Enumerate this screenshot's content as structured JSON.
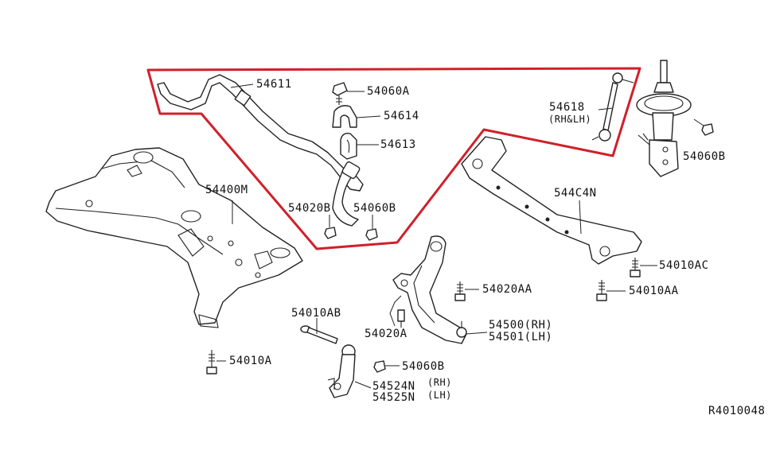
{
  "highlight": {
    "color": "#d0202a"
  },
  "labels": {
    "p54611": "54611",
    "p54060A": "54060A",
    "p54614": "54614",
    "p54613": "54613",
    "p54618": "54618",
    "p54618_side": "(RH&LH)",
    "p54060B_top": "54060B",
    "p544C4N": "544C4N",
    "p54400M": "54400M",
    "p54020B": "54020B",
    "p54060B_mid": "54060B",
    "p54010AC": "54010AC",
    "p54020AA": "54020AA",
    "p54010AA": "54010AA",
    "p54010AB": "54010AB",
    "p54020A": "54020A",
    "p54500": "54500(RH)",
    "p54501": "54501(LH)",
    "p54010A": "54010A",
    "p54060B_low": "54060B",
    "p54524N": "54524N",
    "p54524N_side": "(RH)",
    "p54525N": "54525N",
    "p54525N_side": "(LH)",
    "ref": "R4010048"
  }
}
